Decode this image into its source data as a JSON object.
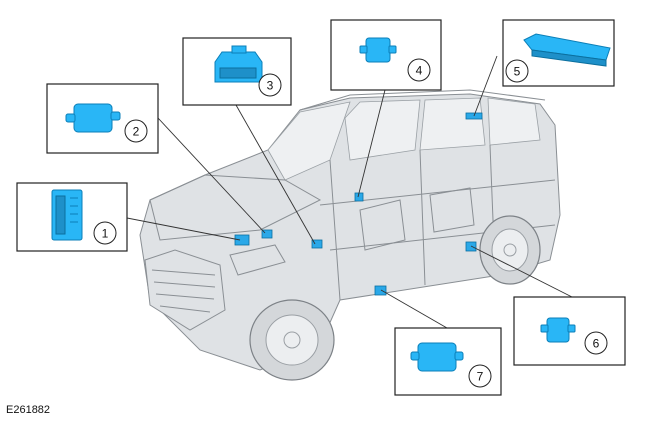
{
  "reference_code": "E261882",
  "callouts": [
    {
      "number": "1"
    },
    {
      "number": "2"
    },
    {
      "number": "3"
    },
    {
      "number": "4"
    },
    {
      "number": "5"
    },
    {
      "number": "6"
    },
    {
      "number": "7"
    }
  ],
  "colors": {
    "module": "#29b6f6",
    "outline": "#222222",
    "vehicle": "#dfe2e5"
  },
  "icons": [
    "suv-vehicle-illustration",
    "control-module"
  ]
}
